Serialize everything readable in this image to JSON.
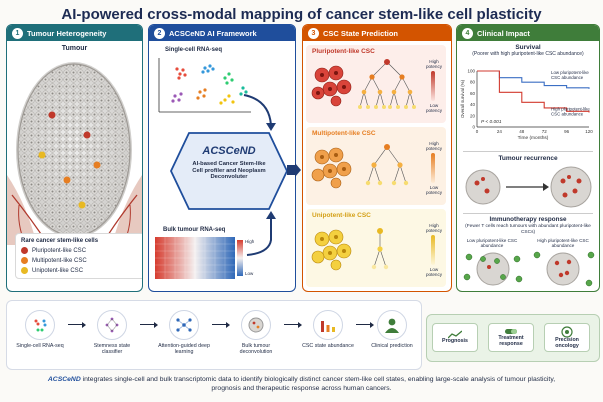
{
  "title": "AI-powered cross-modal mapping of cancer stem-like cell plasticity",
  "colors": {
    "teal": "#1f6f7a",
    "blue": "#1f4e9c",
    "red": "#c0392b",
    "orange": "#e67e22",
    "yellow": "#e8b923",
    "green": "#4e9a42",
    "cream": "#f3ebe3"
  },
  "panel1": {
    "num": "1",
    "header": "Tumour Heterogeneity",
    "subtitle": "Tumour",
    "legend_title": "Rare cancer stem-like cells",
    "legend": [
      {
        "label": "Pluripotent-like CSC",
        "color": "#c0392b"
      },
      {
        "label": "Multipotent-like CSC",
        "color": "#e67e22"
      },
      {
        "label": "Unipotent-like CSC",
        "color": "#e8b923"
      }
    ]
  },
  "panel2": {
    "num": "2",
    "header": "ACSCeND AI Framework",
    "scrna": "Single-cell RNA-seq",
    "bulk": "Bulk tumour RNA-seq",
    "heat_high": "High",
    "heat_low": "Low",
    "hex_title": "ACSCeND",
    "hex_desc": "AI-based Cancer Stem-like Cell profiler and Neoplasm Deconvoluter"
  },
  "panel3": {
    "num": "3",
    "header": "CSC State Prediction",
    "states": [
      {
        "label": "Pluripotent-like CSC",
        "color": "#c0392b"
      },
      {
        "label": "Multipotent-like CSC",
        "color": "#e67e22"
      },
      {
        "label": "Unipotent-like CSC",
        "color": "#e8b923"
      }
    ],
    "high": "High potency",
    "low": "Low potency"
  },
  "panel4": {
    "num": "4",
    "header": "Clinical Impact",
    "survival_title": "Survival",
    "survival_sub": "(Poorer with high pluripotent-like CSC abundance)",
    "ylabel": "Overall survival (%)",
    "xlabel": "Time (months)",
    "pval": "P < 0.001",
    "low_label": "Low pluripotent-like CSC abundance",
    "high_label": "High pluripotent-like CSC abundance",
    "recurrence": "Tumour recurrence",
    "immuno_title": "Immunotherapy response",
    "immuno_sub": "(Fewer T cells reach tumours with abundant pluripotent-like CSCs)",
    "low_cap": "Low pluripotent-like CSC abundance",
    "high_cap": "High pluripotent-like CSC abundance"
  },
  "chart_data": {
    "type": "line",
    "x": [
      0,
      24,
      48,
      72,
      96,
      120
    ],
    "xlim": [
      0,
      120
    ],
    "ylim": [
      0,
      100
    ],
    "xticks": [
      "0",
      "24",
      "48",
      "72",
      "96",
      "120"
    ],
    "yticks": [
      "0",
      "20",
      "40",
      "60",
      "80",
      "100"
    ],
    "series": [
      {
        "name": "Low pluripotent-like CSC abundance",
        "color": "#3b6fc4",
        "values": [
          100,
          88,
          80,
          74,
          70,
          68
        ]
      },
      {
        "name": "High pluripotent-like CSC abundance",
        "color": "#d23a2f",
        "values": [
          100,
          62,
          44,
          34,
          28,
          26
        ]
      }
    ]
  },
  "workflow": [
    {
      "label": "Single-cell RNA-seq"
    },
    {
      "label": "Stemness state classifier"
    },
    {
      "label": "Attention-guided deep learning"
    },
    {
      "label": "Bulk tumour deconvolution"
    },
    {
      "label": "CSC state abundance"
    },
    {
      "label": "Clinical prediction"
    }
  ],
  "badges": [
    {
      "label": "Prognosis"
    },
    {
      "label": "Treatment response"
    },
    {
      "label": "Precision oncology"
    }
  ],
  "caption_brand": "ACSCeND",
  "caption": " integrates single-cell and bulk transcriptomic data to identify biologically distinct cancer stem-like cell states, enabling large-scale analysis of tumour plasticity, prognosis and therapeutic response across human cancers."
}
